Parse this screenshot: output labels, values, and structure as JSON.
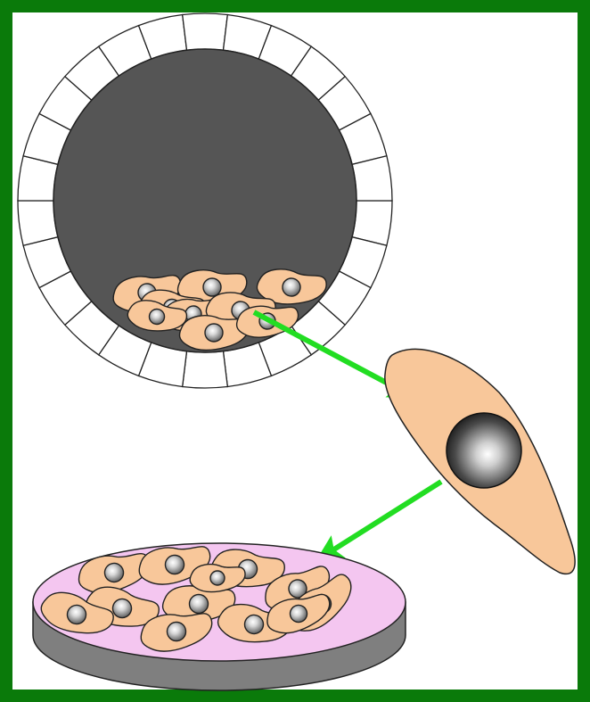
{
  "colors": {
    "frame": "#0a7a0a",
    "background": "#ffffff",
    "trophoblast": "#ffffff",
    "outline": "#222222",
    "cavity": "#555555",
    "cell": "#f8c79a",
    "nucleus_light": "#ffffff",
    "nucleus_dark": "#6a6a6a",
    "arrow": "#22dd22",
    "dish_top": "#f4c6f0",
    "dish_side": "#7f7f7f"
  },
  "diagram": {
    "blastocyst": {
      "label": "",
      "outer_cell_count": 26,
      "inner_cell_mass_cells": 9
    },
    "isolated_cell": {
      "label": ""
    },
    "culture_dish": {
      "label": "",
      "cell_count": 12
    },
    "arrows": [
      {
        "from": "inner-cell-mass",
        "to": "isolated-cell"
      },
      {
        "from": "isolated-cell",
        "to": "culture-dish"
      }
    ]
  }
}
